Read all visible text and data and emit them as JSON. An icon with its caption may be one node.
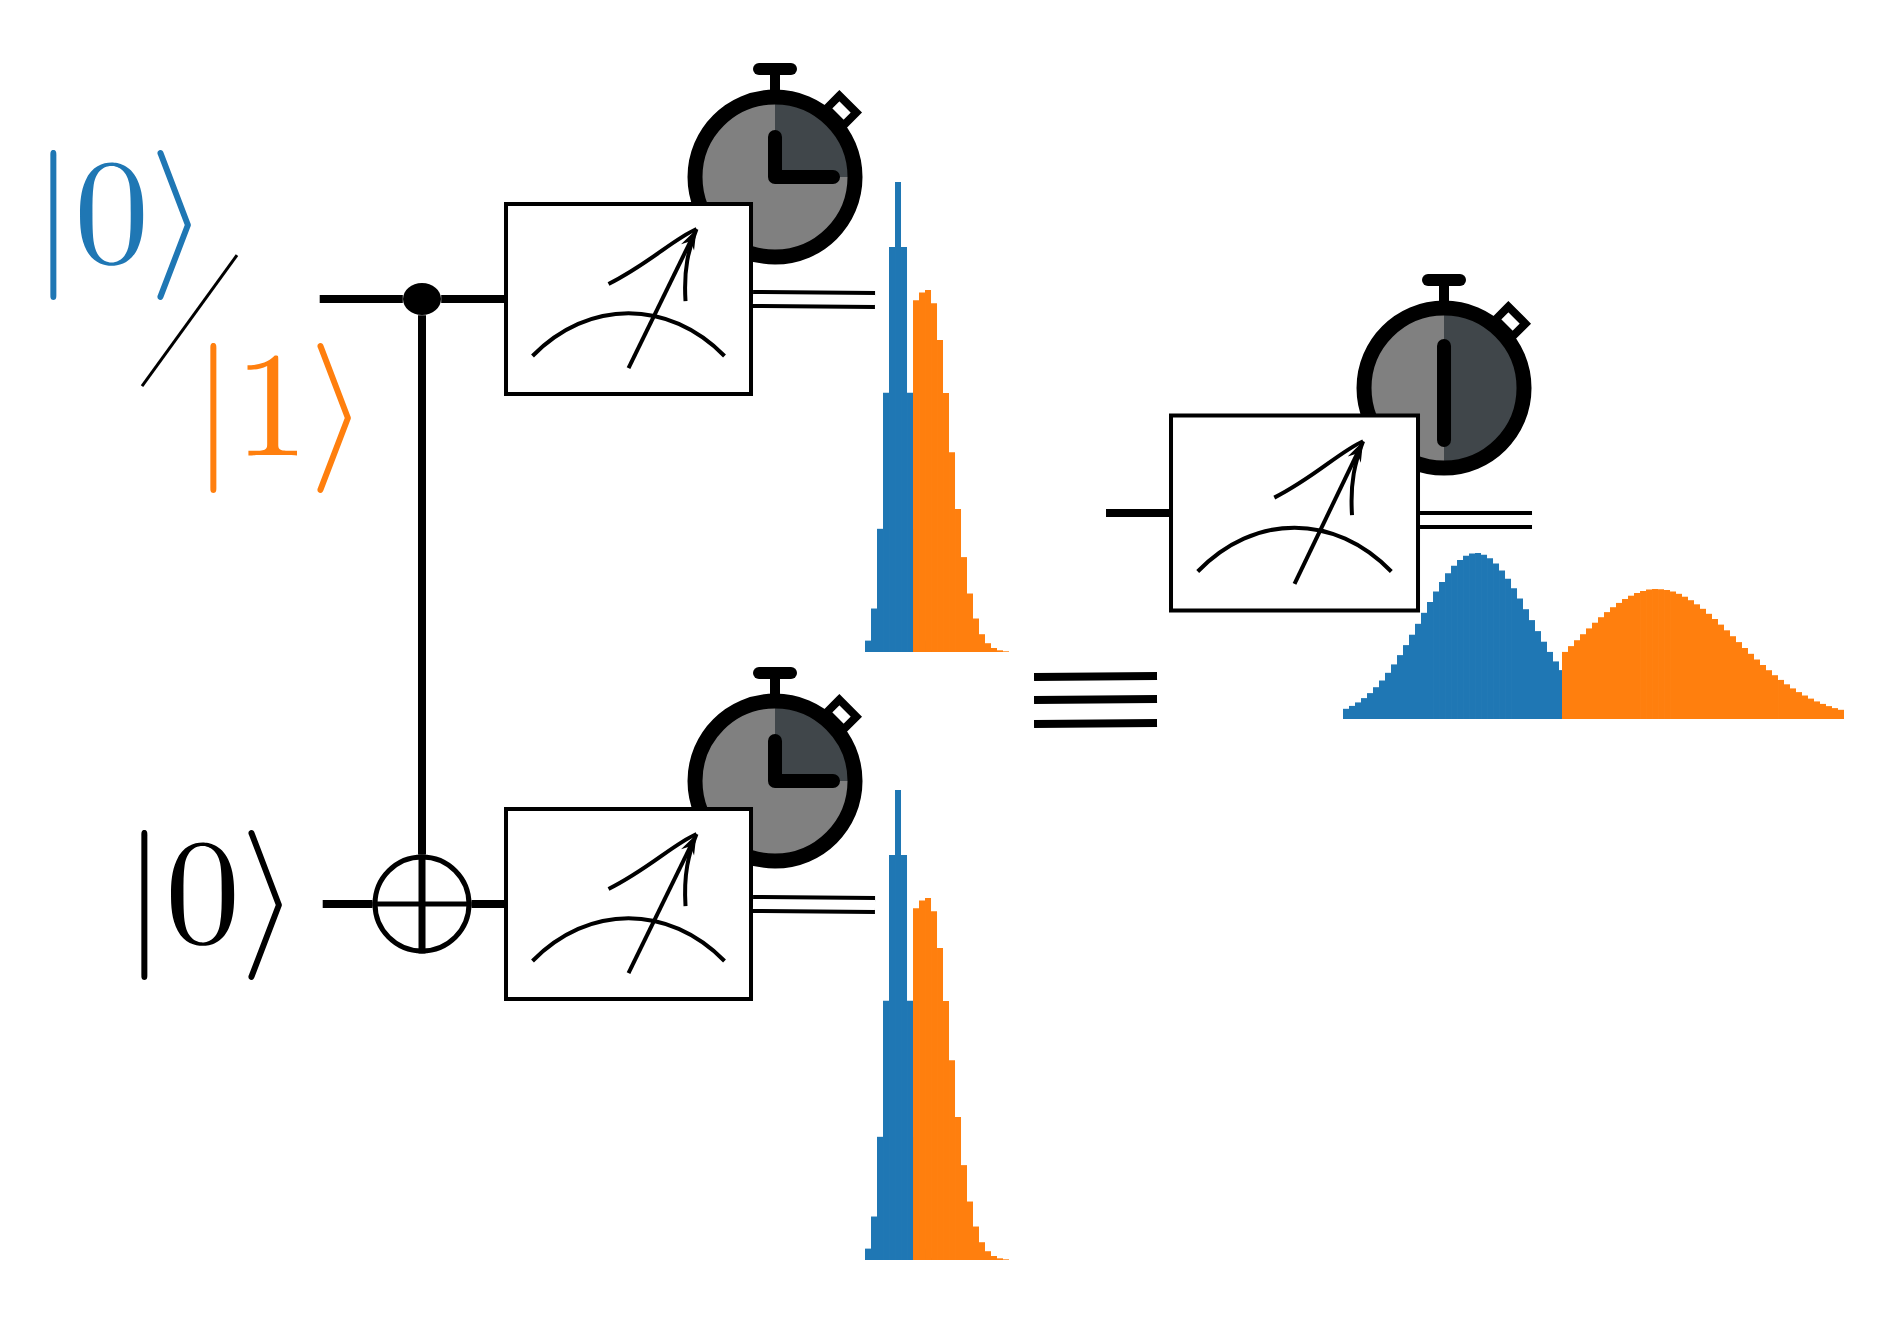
{
  "diagram": {
    "nodes": [
      {
        "text": [
          "|0\\rangle",
          "|1\\rangle"
        ]
      },
      {
        "text": [
          "|0\\rangle"
        ]
      },
      {
        "text": [],
        "shape": "circle"
      },
      {
        "text": [],
        "shape": "circle"
      },
      {
        "text": [],
        "shape": "box"
      },
      {
        "text": [],
        "shape": "box"
      },
      {
        "text": [],
        "shape": "box"
      }
    ],
    "edges": [
      {
        "from": 0,
        "to": 2,
        "arrow": "none"
      },
      {
        "from": 2,
        "to": 4,
        "arrow": "none"
      },
      {
        "from": 2,
        "to": 3,
        "arrow": "none"
      },
      {
        "from": 1,
        "to": 3,
        "arrow": "none"
      },
      {
        "from": 3,
        "to": 5,
        "arrow": "none"
      },
      {
        "from": 4,
        "to": null,
        "arrow": "none",
        "style": "thick"
      },
      {
        "from": 5,
        "to": null,
        "arrow": "none",
        "style": "thick"
      },
      {
        "from": null,
        "to": 6,
        "arrow": "none"
      },
      {
        "from": 6,
        "to": null,
        "arrow": "none",
        "style": "thick"
      }
    ]
  }
}
